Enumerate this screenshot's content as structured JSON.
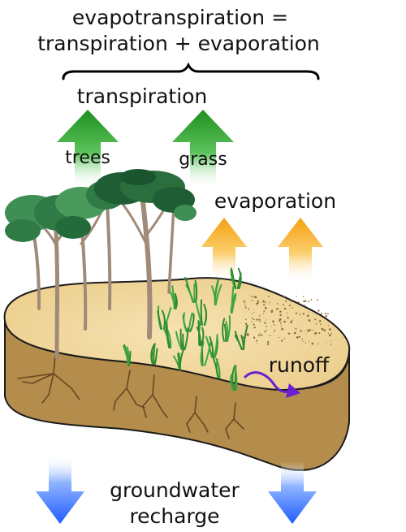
{
  "title": {
    "line1": "evapotranspiration =",
    "line2": "transpiration + evaporation"
  },
  "labels": {
    "transpiration": "transpiration",
    "trees": "trees",
    "grass": "grass",
    "evaporation": "evaporation",
    "runoff": "runoff",
    "groundwater_line1": "groundwater",
    "groundwater_line2": "recharge"
  },
  "colors": {
    "transpiration_arrow": "#2e9e2e",
    "evaporation_arrow": "#f5a623",
    "groundwater_arrow": "#2f6bff",
    "runoff_arrow": "#6a1fd1",
    "soil_top": "#f1d9a2",
    "soil_side": "#b48d4c",
    "tree_foliage": "#2f7a45",
    "grass": "#3da83d"
  }
}
